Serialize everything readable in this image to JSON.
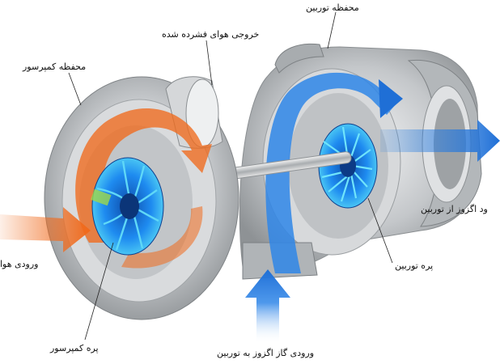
{
  "labels": {
    "turbine_housing": "محفظه توربین",
    "compressed_air_outlet": "خروجی هوای فشرده شده",
    "compressor_housing": "محفظه کمپرسور",
    "exhaust_outlet_from_turbine": "ود اگزوز از توربین",
    "turbine_wheel": "پره توربین",
    "air_inlet": "ورودی هوا",
    "compressor_wheel": "پره کمپرسور",
    "exhaust_gas_inlet_to_turbine": "ورودی گاز اگزوز به توربین"
  },
  "colors": {
    "hot_flow": "#2f86e8",
    "cold_flow": "#f06a1c",
    "housing": "#c9cbcd",
    "impeller": "#1e8bf0"
  }
}
